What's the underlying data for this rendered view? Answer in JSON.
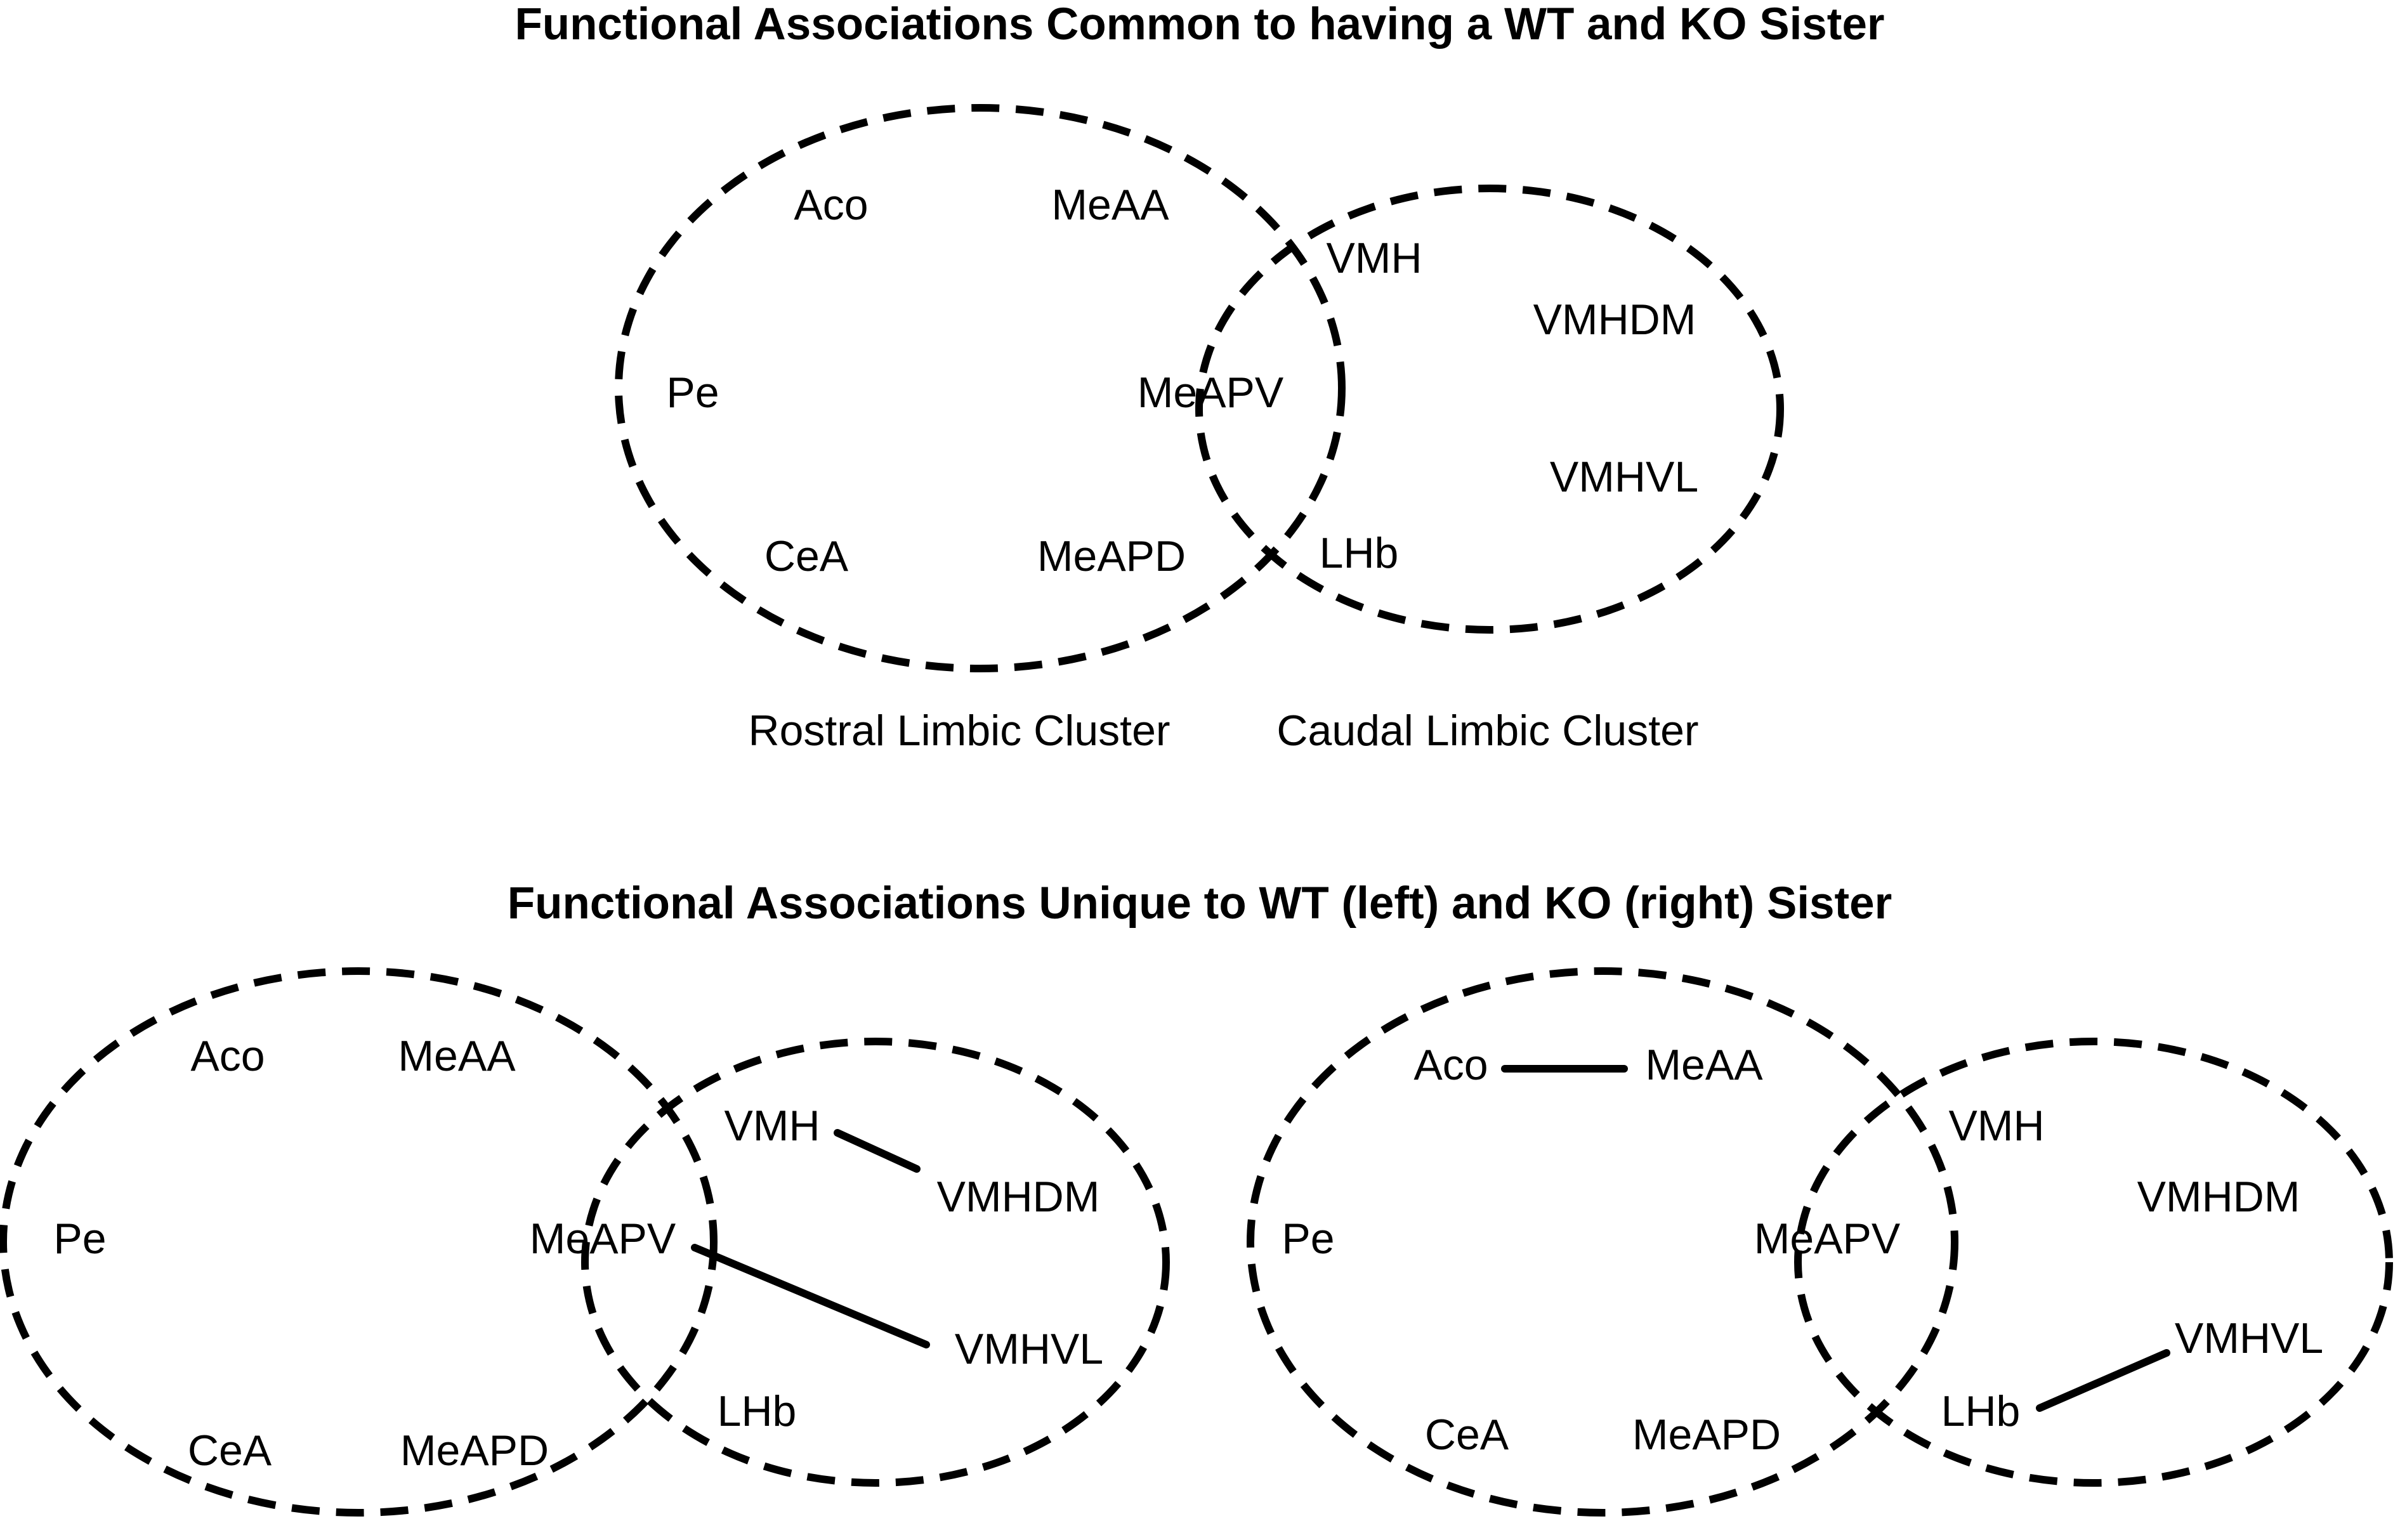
{
  "top_panel": {
    "title": "Functional Associations Common to having a WT and KO Sister",
    "rostral_caption": "Rostral Limbic Cluster",
    "caudal_caption": "Caudal Limbic Cluster",
    "rostral_regions": [
      "Aco",
      "MeAA",
      "Pe",
      "MeAPV",
      "CeA",
      "MeAPD"
    ],
    "caudal_regions": [
      "VMH",
      "VMHDM",
      "VMHVL",
      "LHb"
    ]
  },
  "bottom_panel": {
    "title": "Functional Associations Unique to WT (left) and KO (right) Sister",
    "wt_diagram": {
      "rostral_regions": [
        "Aco",
        "MeAA",
        "Pe",
        "MeAPV",
        "CeA",
        "MeAPD"
      ],
      "caudal_regions": [
        "VMH",
        "VMHDM",
        "VMHVL",
        "LHb"
      ]
    },
    "ko_diagram": {
      "rostral_regions": [
        "Aco",
        "MeAA",
        "Pe",
        "MeAPV",
        "CeA",
        "MeAPD"
      ],
      "caudal_regions": [
        "VMH",
        "VMHDM",
        "VMHVL",
        "LHb"
      ]
    }
  }
}
